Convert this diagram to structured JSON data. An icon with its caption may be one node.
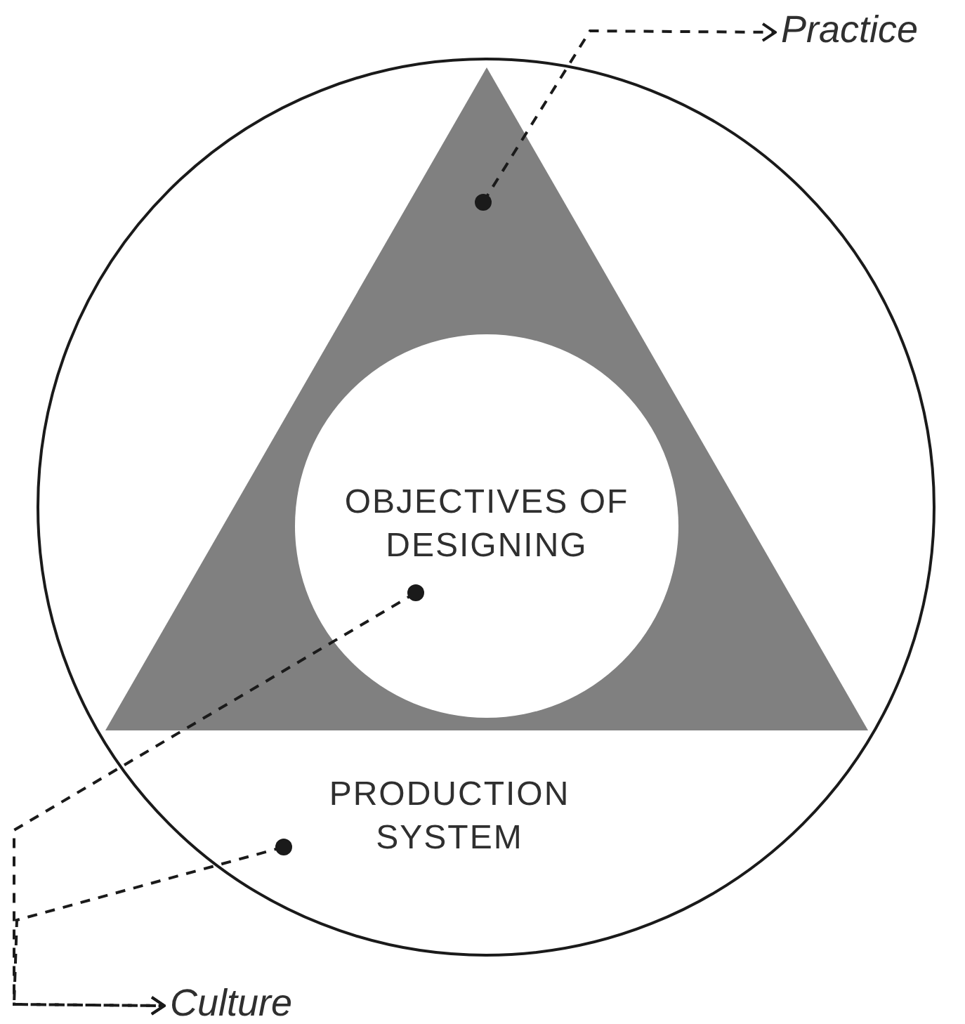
{
  "diagram": {
    "nodes": [
      {
        "text": [
          "PRODUCTION SYSTEM"
        ]
      },
      {
        "text": [],
        "shape": "triangle",
        "in": 0
      },
      {
        "text": [
          "OBJECTIVES OF DESIGNING"
        ],
        "in": 1
      },
      {
        "text": [
          "Practice"
        ]
      },
      {
        "text": [
          "Culture"
        ]
      }
    ],
    "edges": [
      {
        "from": 1,
        "to": 3,
        "arrow": "to",
        "style": "dashed"
      },
      {
        "from": 2,
        "to": 4,
        "arrow": "to",
        "style": "dashed"
      },
      {
        "from": 0,
        "to": 4,
        "arrow": "to",
        "style": "dashed"
      }
    ]
  }
}
